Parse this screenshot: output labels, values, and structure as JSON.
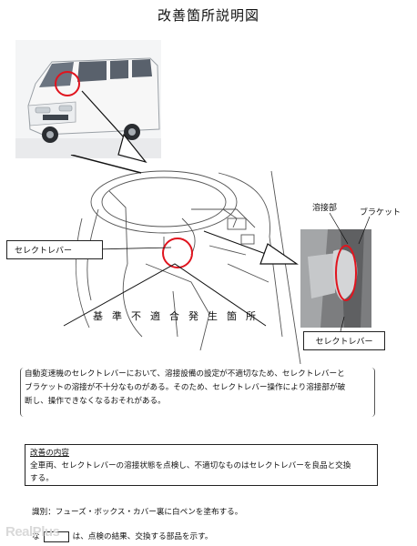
{
  "title": "改善箇所説明図",
  "labels": {
    "select_lever_left": "セレクトレバー",
    "select_lever_right": "セレクトレバー",
    "weld_part": "溶接部",
    "bracket": "ブラケット",
    "defect_location": "基準不適合発生箇所"
  },
  "description": {
    "line1": "自動変速機のセレクトレバーにおいて、溶接設備の設定が不適切なため、セレクトレバーと",
    "line2": "ブラケットの溶接が不十分なものがある。そのため、セレクトレバー操作により溶接部が破",
    "line3": "断し、操作できなくなるおそれがある。"
  },
  "remedy": {
    "heading": "改善の内容",
    "line1": "全車両、セレクトレバーの溶接状態を点検し、不適切なものはセレクトレバーを良品と交換",
    "line2": "する。"
  },
  "identification": {
    "mark": "識別：フューズ・ボックス・カバー裏に白ペンを塗布する。",
    "result_prefix": "な",
    "result_suffix": "は、点検の結果、交換する部品を示す。"
  },
  "watermark": "RealPlus",
  "colors": {
    "highlight_circle": "#e0141e",
    "line_art": "#555555"
  }
}
